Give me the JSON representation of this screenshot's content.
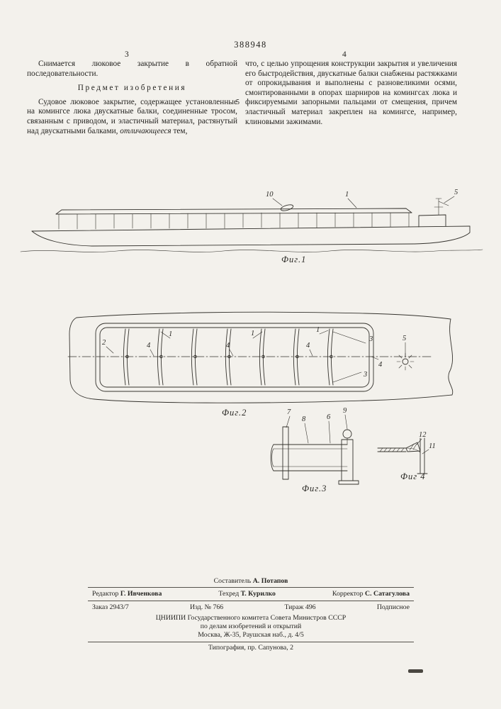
{
  "page": {
    "patent_number": "388948",
    "left_column_number": "3",
    "right_column_number": "4",
    "line_number_5": "5"
  },
  "text": {
    "left_para1": "Снимается люковое закрытие в обратной последовательности.",
    "heading": "Предмет изобретения",
    "left_para2_part1": "Судовое люковое закрытие, содержащее установленные на комингсе люка двускатные балки, соединенные тросом, связанным с приводом, и эластичный материал, растянутый над двускатными балками, ",
    "left_para2_italic": "отличающееся",
    "left_para2_part2": " тем,",
    "right_para": "что, с целью упрощения конструкции закрытия и увеличения его быстродействия, двускатные балки снабжены растяжками от опрокидывания и выполнены с разновеликими осями, смонтированными в опорах шарниров на комингсах люка и фиксируемыми запорными пальцами от смещения, причем эластичный материал закреплен на комингсе, например, клиновыми зажимами."
  },
  "figures": {
    "fig1": {
      "caption": "Фиг.1",
      "labels": {
        "l10": "10",
        "l1": "1",
        "l5": "5"
      }
    },
    "fig2": {
      "caption": "Фиг.2",
      "labels": {
        "l2": "2",
        "l4a": "4",
        "l1a": "1",
        "l4b": "4",
        "l1b": "1",
        "l4c": "4",
        "l1c": "1",
        "l3a": "3",
        "l3b": "3",
        "l4d": "4",
        "l5": "5"
      }
    },
    "fig3": {
      "caption": "Фиг.3",
      "labels": {
        "l7": "7",
        "l8": "8",
        "l6": "6",
        "l9": "9"
      }
    },
    "fig4": {
      "caption": "Фиг 4",
      "labels": {
        "l12": "12",
        "l11": "11"
      }
    }
  },
  "footer": {
    "compiler_label": "Составитель",
    "compiler_name": "А. Потапов",
    "editor_label": "Редактор",
    "editor_name": "Г. Ивченкова",
    "techred_label": "Техред",
    "techred_name": "Т. Курилко",
    "corrector_label": "Корректор",
    "corrector_name": "С. Сатагулова",
    "order": "Заказ 2943/7",
    "edition": "Изд. № 766",
    "circulation": "Тираж 496",
    "subscription": "Подписное",
    "org_line1": "ЦНИИПИ Государственного комитета Совета Министров СССР",
    "org_line2": "по делам изобретений и открытий",
    "org_line3": "Москва, Ж-35, Раушская наб., д. 4/5",
    "typography": "Типография, пр. Сапунова, 2"
  }
}
